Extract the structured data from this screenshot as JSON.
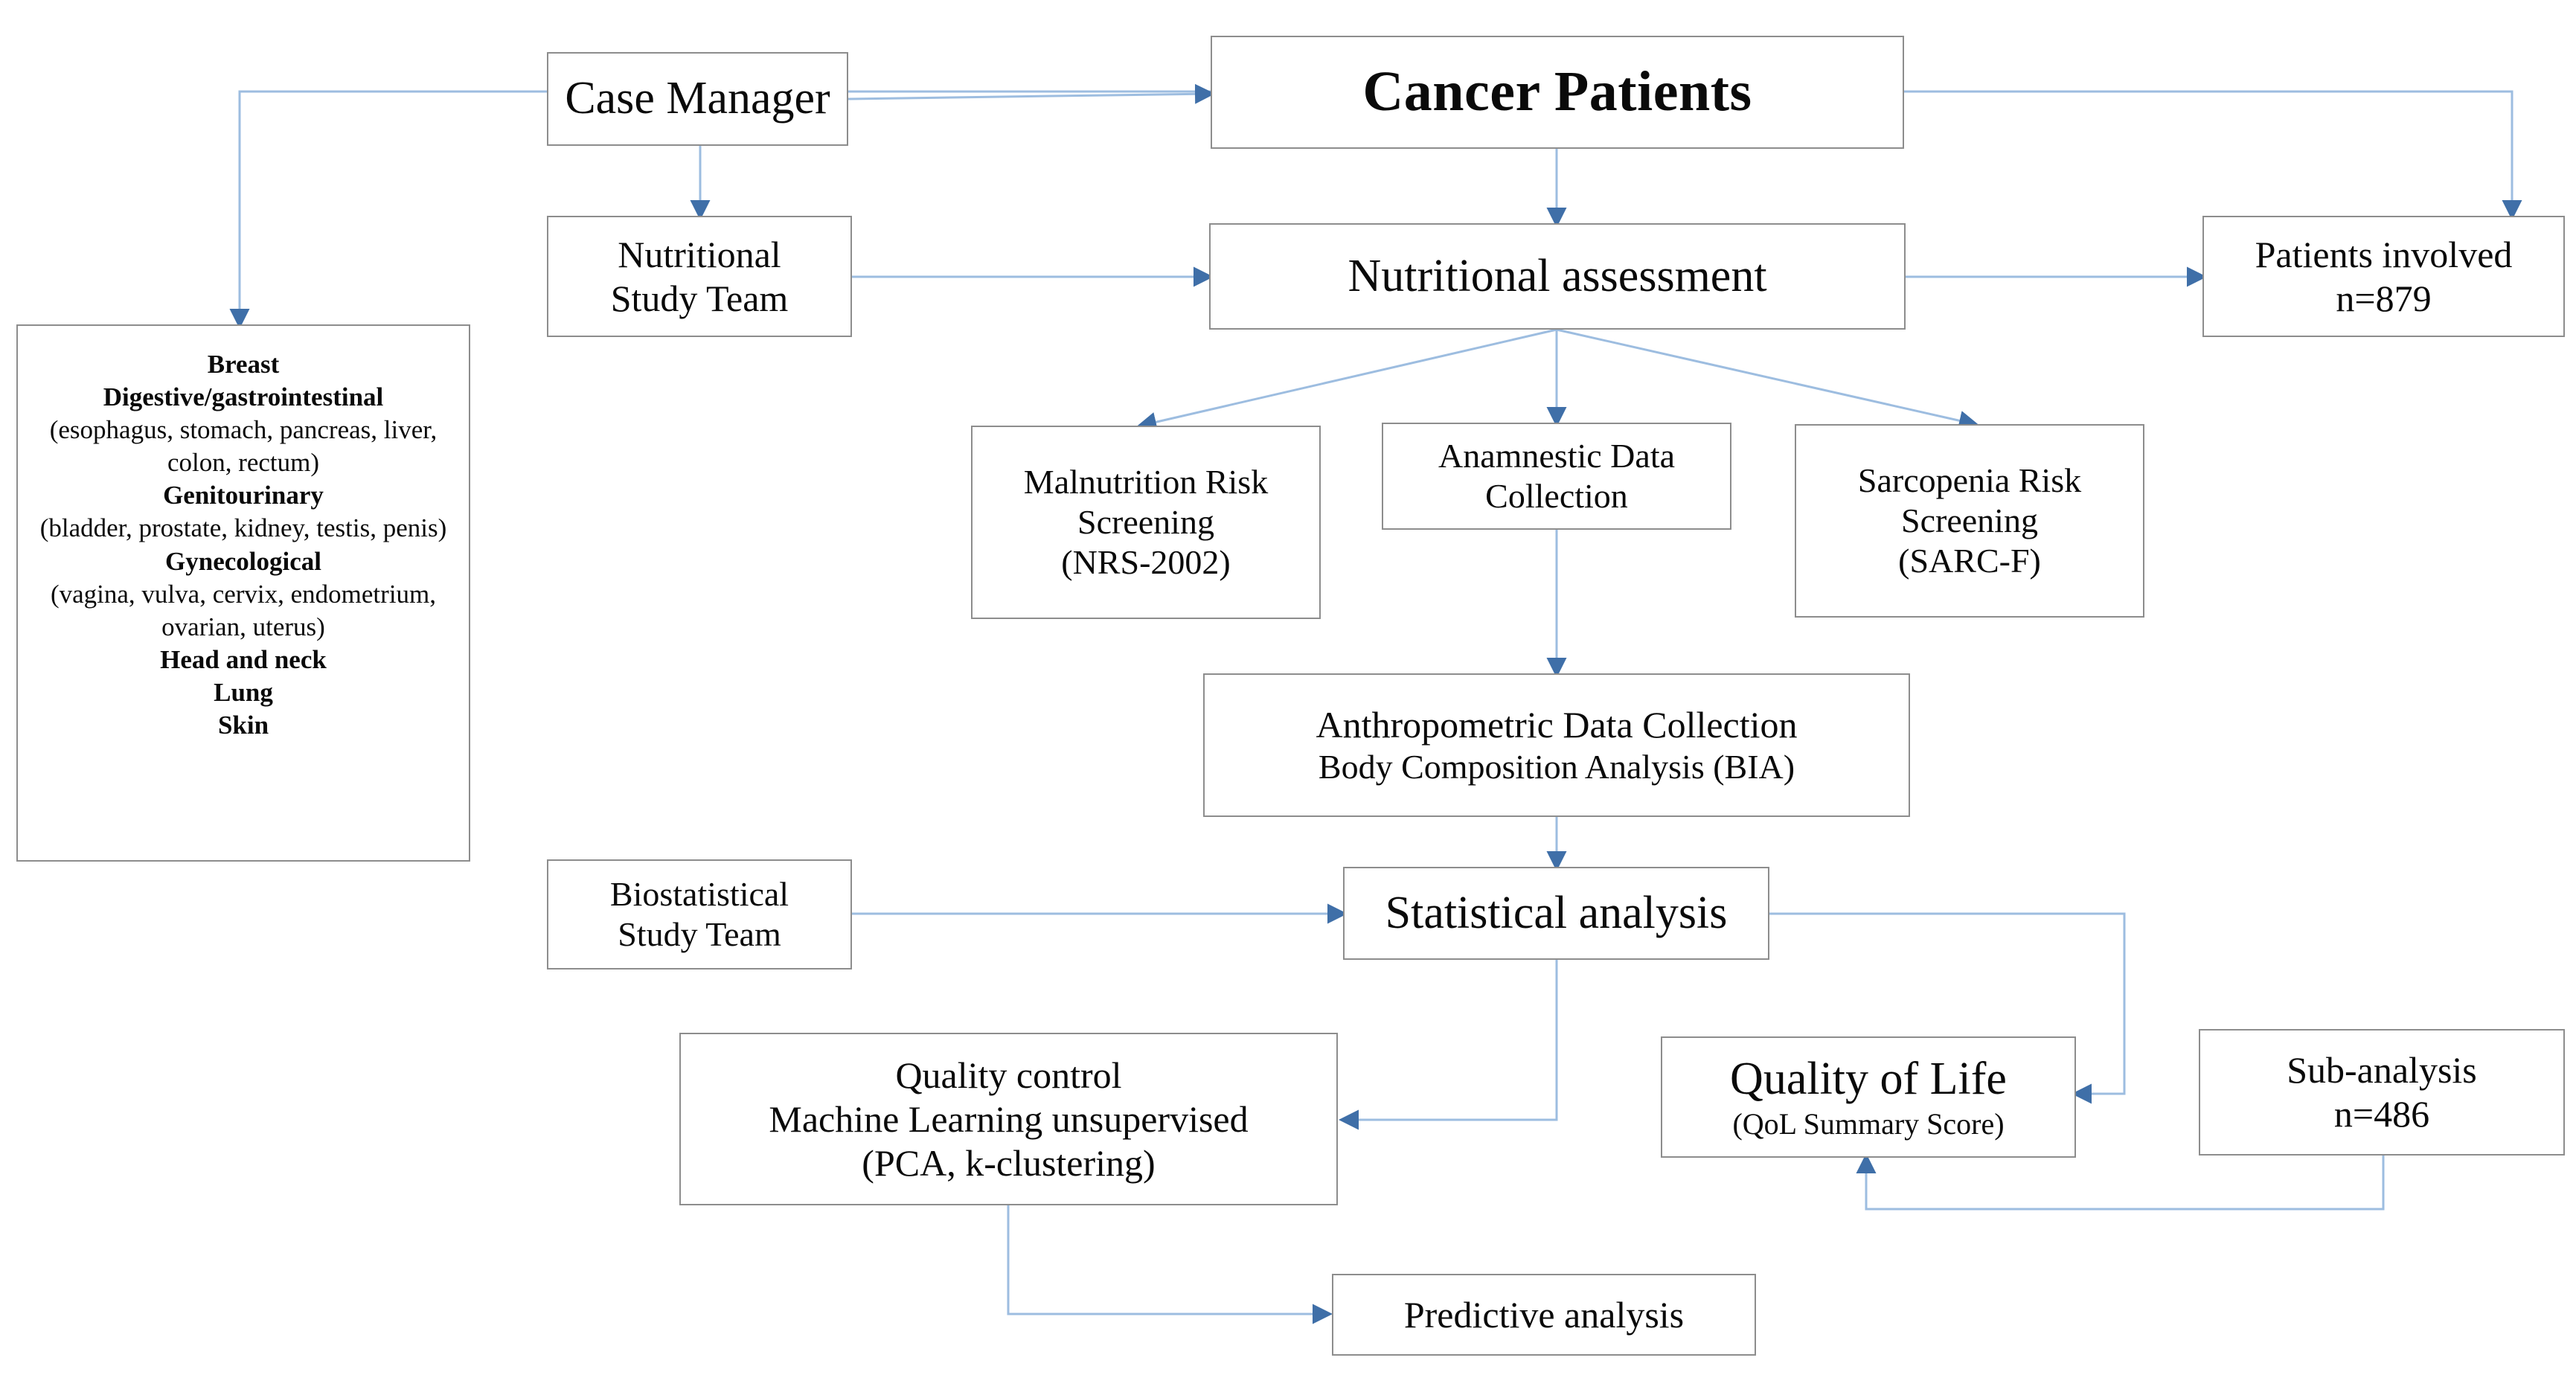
{
  "diagram": {
    "title_node": "Cancer Patients",
    "accent_line_color": "#9dbde0",
    "node_border_color": "#8d8d8d",
    "nodes": {
      "case_manager": {
        "label": "Case Manager"
      },
      "nutritional_study_team": {
        "line1": "Nutritional",
        "line2": "Study Team"
      },
      "cancer_patients": {
        "label": "Cancer Patients"
      },
      "patients_involved": {
        "line1": "Patients involved",
        "line2": "n=879"
      },
      "nutritional_assessment": {
        "label": "Nutritional assessment"
      },
      "cancer_types": {
        "lines": [
          {
            "text": "Breast",
            "bold": true
          },
          {
            "text": "Digestive/gastrointestinal",
            "bold": true
          },
          {
            "text": "(esophagus, stomach, pancreas, liver, colon, rectum)",
            "bold": false
          },
          {
            "text": "Genitourinary",
            "bold": true
          },
          {
            "text": "(bladder, prostate, kidney, testis, penis)",
            "bold": false
          },
          {
            "text": "Gynecological",
            "bold": true
          },
          {
            "text": "(vagina, vulva, cervix, endometrium, ovarian, uterus)",
            "bold": false
          },
          {
            "text": "Head and neck",
            "bold": true
          },
          {
            "text": "Lung",
            "bold": true
          },
          {
            "text": "Skin",
            "bold": true
          }
        ]
      },
      "malnutrition_risk": {
        "line1": "Malnutrition Risk",
        "line2": "Screening",
        "line3": "(NRS-2002)"
      },
      "anamnestic_data": {
        "line1": "Anamnestic Data",
        "line2": "Collection"
      },
      "sarcopenia_risk": {
        "line1": "Sarcopenia Risk",
        "line2": "Screening",
        "line3": "(SARC-F)"
      },
      "anthropometric": {
        "line1": "Anthropometric Data Collection",
        "line2": "Body Composition Analysis (BIA)"
      },
      "biostatistical_study_team": {
        "line1": "Biostatistical",
        "line2": "Study Team"
      },
      "statistical_analysis": {
        "label": "Statistical analysis"
      },
      "quality_control": {
        "line1": "Quality control",
        "line2": "Machine Learning unsupervised",
        "line3": "(PCA, k-clustering)"
      },
      "quality_of_life": {
        "line1": "Quality of Life",
        "line2": "(QoL Summary Score)"
      },
      "sub_analysis": {
        "line1": "Sub-analysis",
        "line2": "n=486"
      },
      "predictive_analysis": {
        "label": "Predictive analysis"
      }
    }
  }
}
